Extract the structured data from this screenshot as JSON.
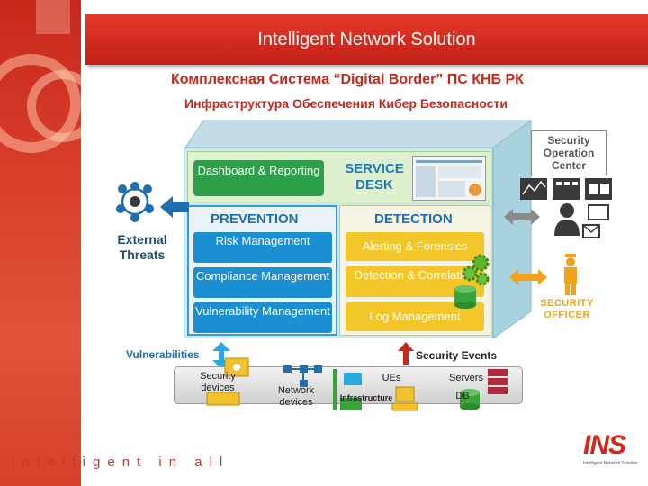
{
  "header": {
    "title": "Intelligent Network Solution",
    "subtitle": "Комплексная Система “Digital Border” ПС КНБ РК",
    "subtitle2": "Инфраструктура Обеспечения Кибер Безопасности"
  },
  "service_desk": {
    "button_label": "Dashboard & Reporting",
    "title": "SERVICE DESK"
  },
  "prevention": {
    "title": "PREVENTION",
    "items": [
      "Risk Management",
      "Compliance Management",
      "Vulnerability Management"
    ]
  },
  "detection": {
    "title": "DETECTION",
    "items": [
      "Alerting & Forensics",
      "Detection & Correlation",
      "Log  Management"
    ]
  },
  "left": {
    "external_threats": "External Threats"
  },
  "right": {
    "soc": "Security Operation Center",
    "security_officer": "SECURITY OFFICER"
  },
  "flows": {
    "vulnerabilities": "Vulnerabilities",
    "security_events": "Security Events"
  },
  "infrastructure": {
    "security_devices": "Security devices",
    "network_devices": "Network devices",
    "infrastructure": "Infrastructure",
    "ues": "UEs",
    "servers": "Servers",
    "db": "DB"
  },
  "footer": {
    "tagline": "Intelligent  in  all",
    "logo_text": "INS",
    "logo_sub": "Intelligent Network Solution"
  },
  "colors": {
    "brand_red": "#c8281c",
    "prevention_blue": "#1b8fd1",
    "detection_yellow": "#f3c62a",
    "service_green": "#2f9e4a",
    "officer_orange": "#f2a31a"
  }
}
